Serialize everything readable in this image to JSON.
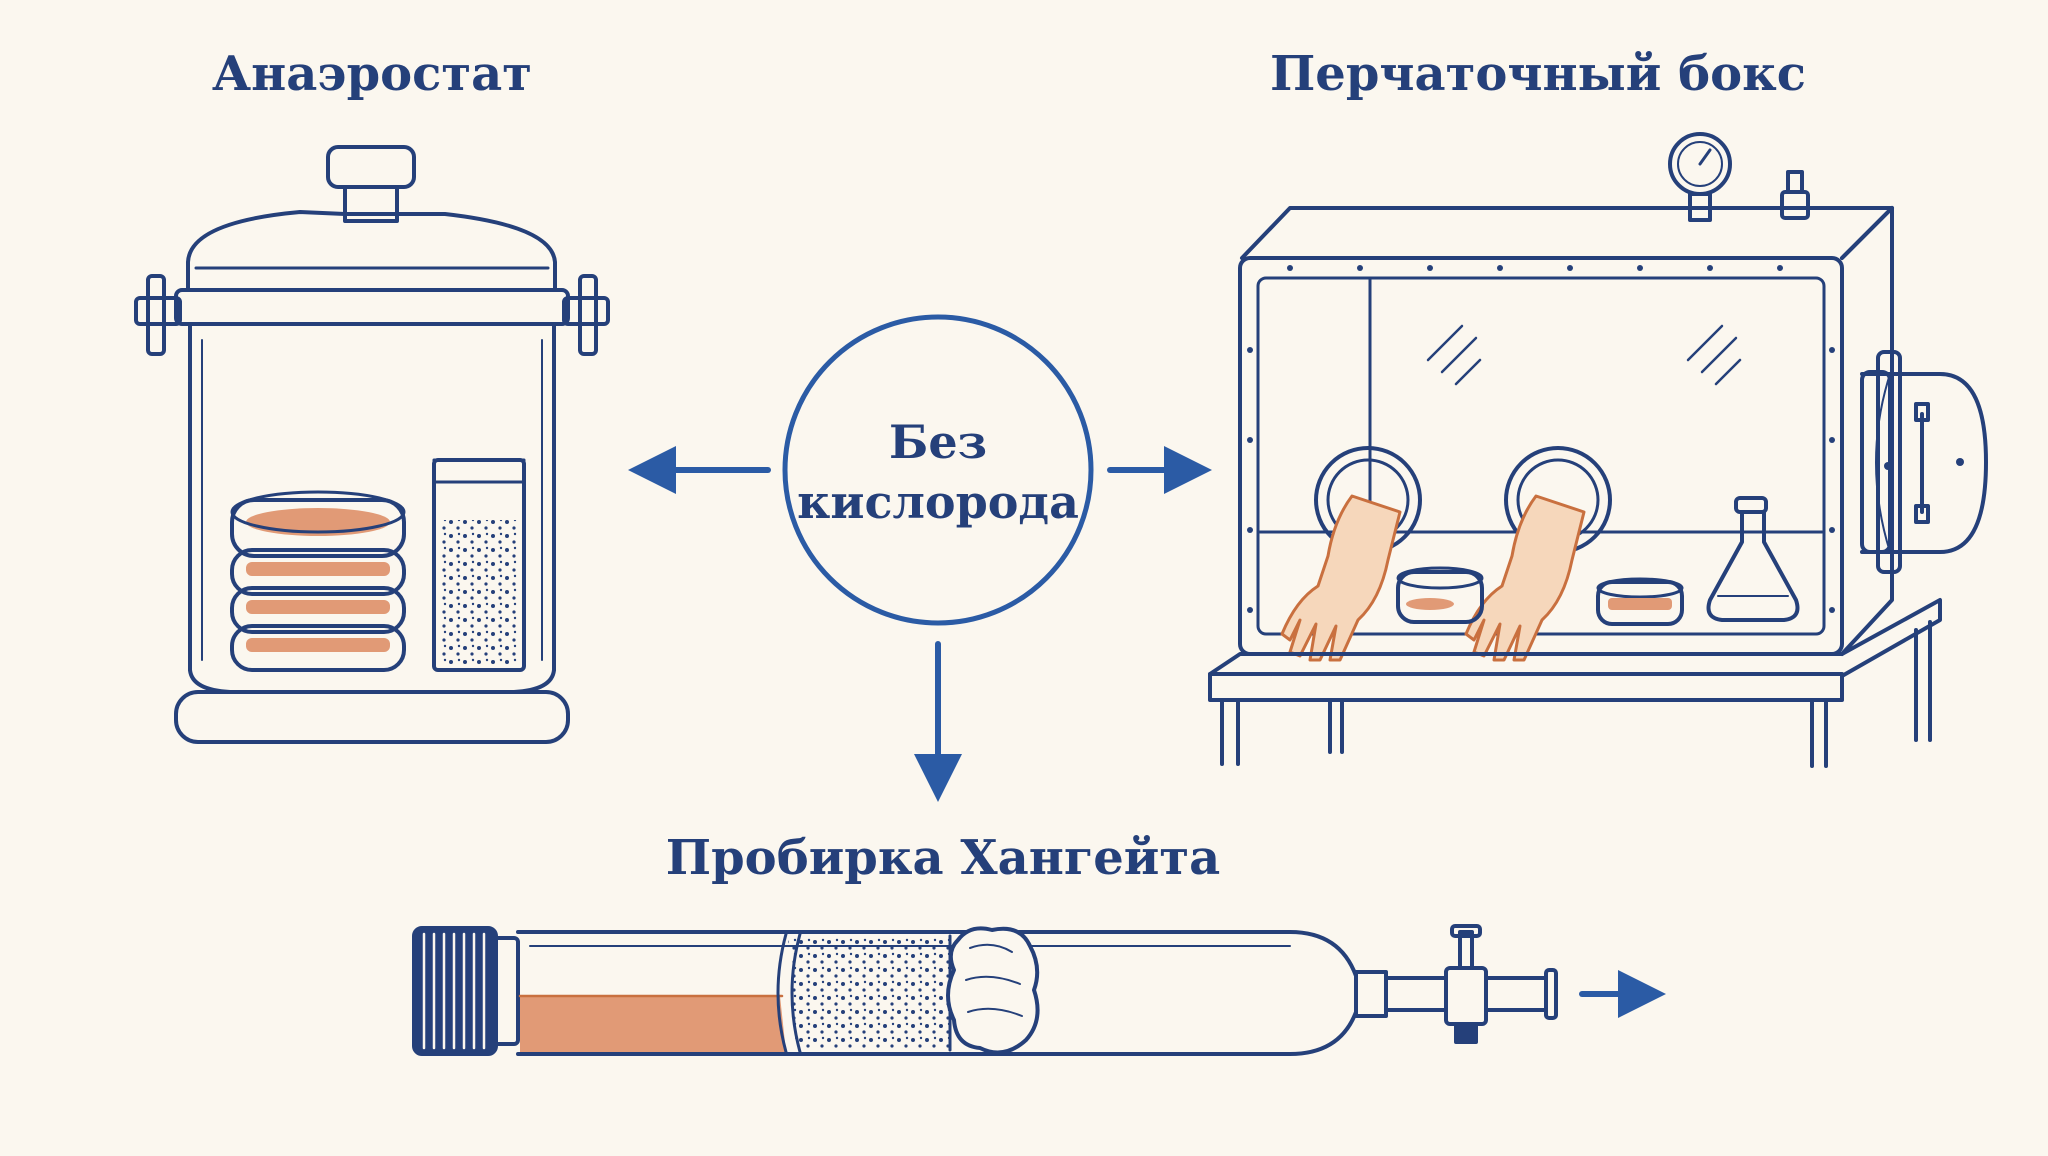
{
  "center": {
    "line1": "Без",
    "line2": "кислорода"
  },
  "labels": {
    "anaerostat": "Анаэростат",
    "glovebox": "Перчаточный бокс",
    "hungate": "Пробирка Хангейта"
  },
  "colors": {
    "background": "#fbf7ef",
    "ink": "#25407a",
    "arrow": "#2b5ba5",
    "medium": "#e19a76",
    "glove": "#f6d7bb",
    "glove_line": "#c9703f"
  },
  "icons": {
    "anaerostat": "anaerostat-jar-icon",
    "glovebox": "glovebox-icon",
    "hungate": "hungate-tube-icon",
    "gauge": "pressure-gauge-icon"
  }
}
